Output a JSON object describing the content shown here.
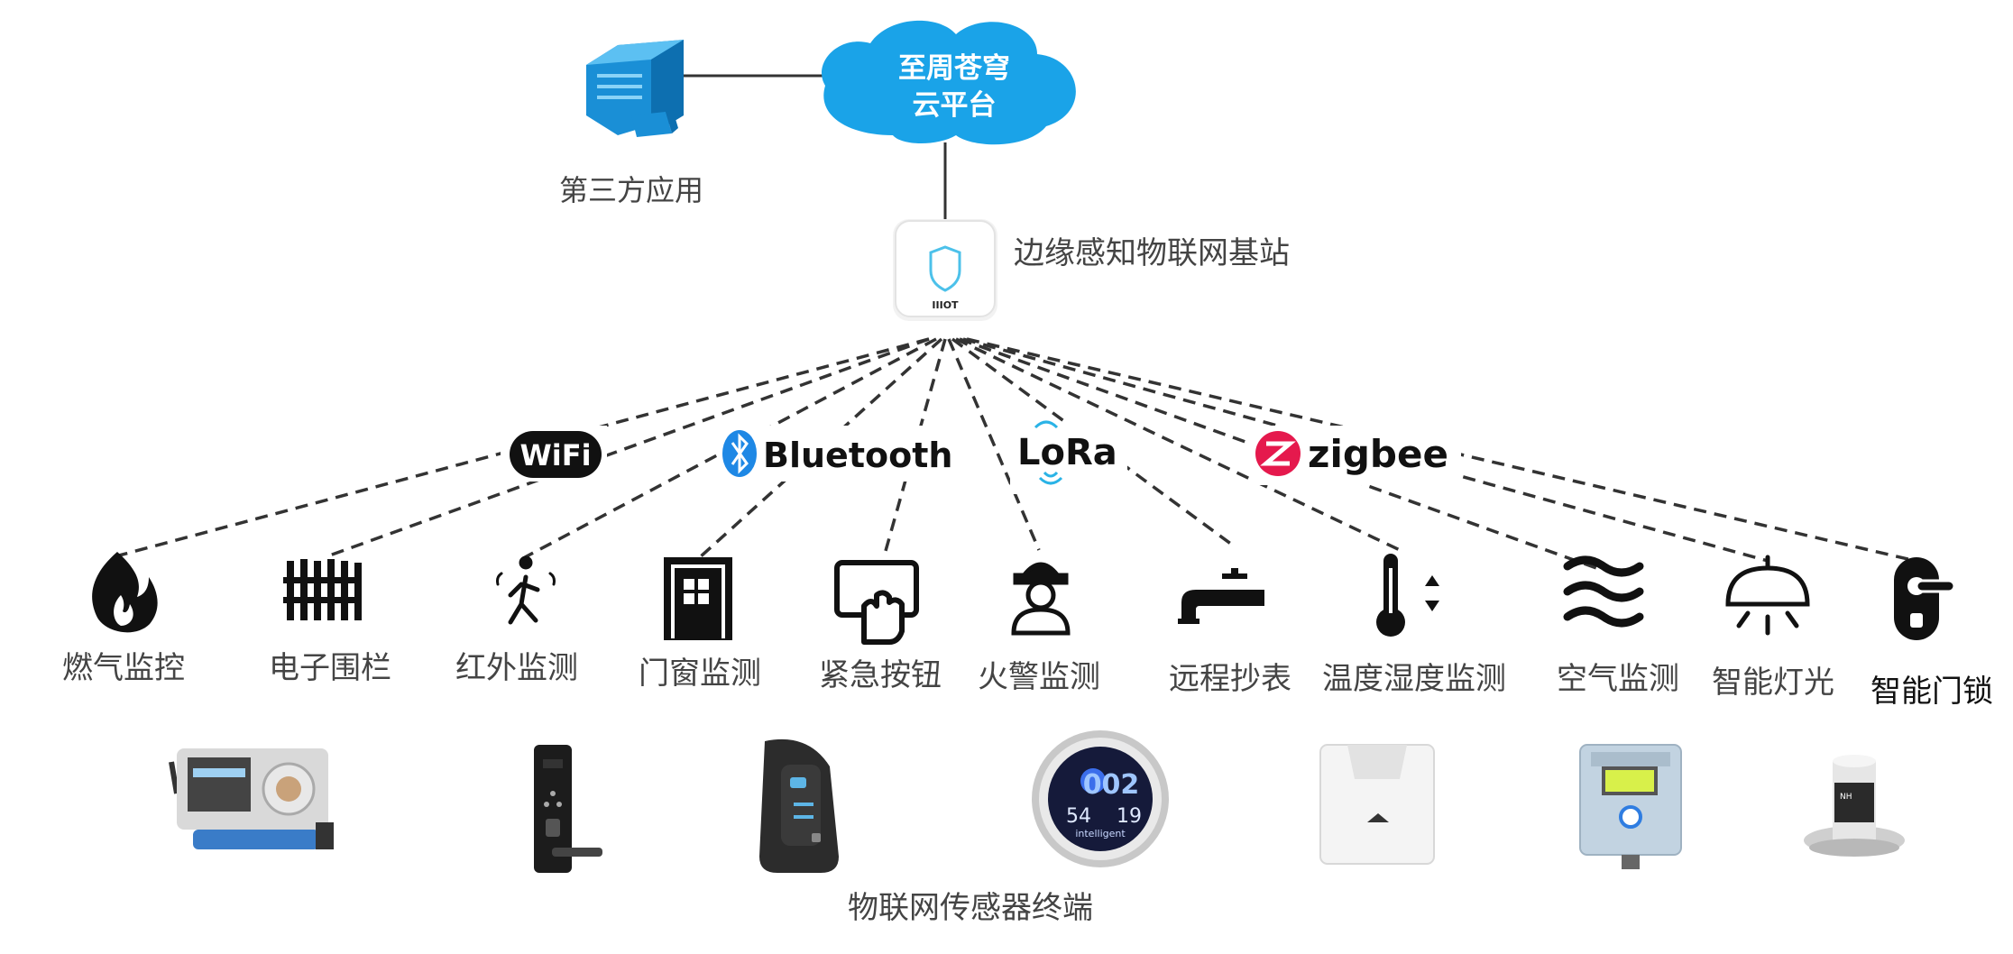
{
  "cloud": {
    "line1": "至周苍穹",
    "line2": "云平台"
  },
  "third_party_label": "第三方应用",
  "base_station_label": "边缘感知物联网基站",
  "base_station_brand": "IIIOT",
  "protocols": {
    "wifi": "WiFi",
    "bluetooth": "Bluetooth",
    "lora": "LoRa",
    "zigbee": "zigbee"
  },
  "sensors": [
    {
      "icon": "fire-icon",
      "label": "燃气监控"
    },
    {
      "icon": "fence-icon",
      "label": "电子围栏"
    },
    {
      "icon": "motion-person-icon",
      "label": "红外监测"
    },
    {
      "icon": "door-window-icon",
      "label": "门窗监测"
    },
    {
      "icon": "panic-button-icon",
      "label": "紧急按钮"
    },
    {
      "icon": "firefighter-icon",
      "label": "火警监测"
    },
    {
      "icon": "water-tap-icon",
      "label": "远程抄表"
    },
    {
      "icon": "thermometer-icon",
      "label": "温度湿度监测"
    },
    {
      "icon": "air-waves-icon",
      "label": "空气监测"
    },
    {
      "icon": "ceiling-lamp-icon",
      "label": "智能灯光"
    },
    {
      "icon": "door-lock-icon",
      "label": "智能门锁"
    }
  ],
  "devices": {
    "thermostat_display": {
      "top": "002",
      "bottom": "54",
      "right": "19",
      "caption": "intelligent"
    },
    "anemometer_badge": "NH"
  },
  "terminals_label": "物联网传感器终端",
  "colors": {
    "cloud": "#1aa3e8",
    "server": "#1a8fd6",
    "line": "#333333",
    "bluetooth": "#1e88e5",
    "zigbee": "#e5194d"
  }
}
